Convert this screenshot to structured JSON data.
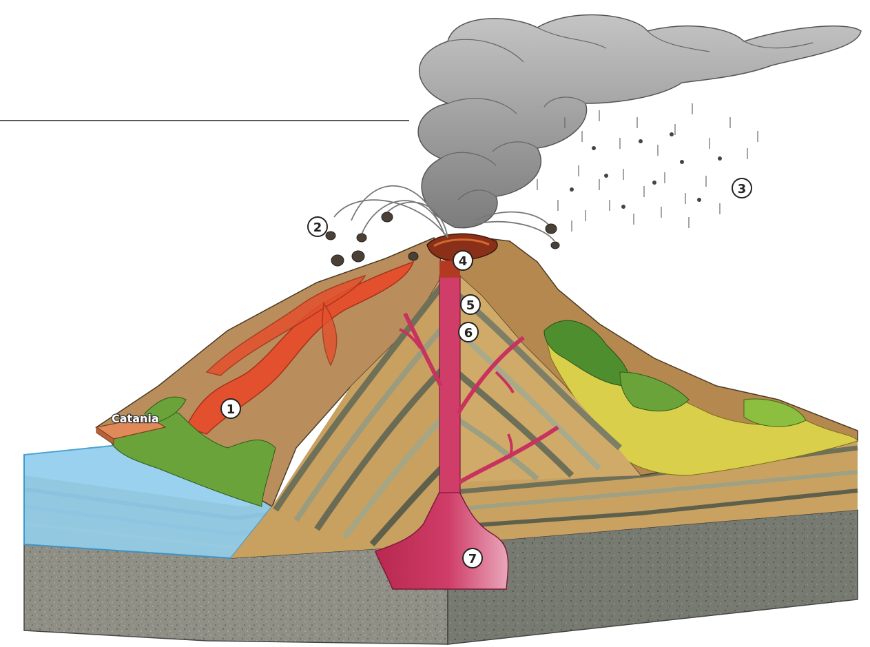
{
  "labels": {
    "place": "Catania",
    "markers": [
      "1",
      "2",
      "3",
      "4",
      "5",
      "6",
      "7"
    ]
  },
  "colors": {
    "magma": "#c8325e",
    "magma_light": "#e8a0b4",
    "lava": "#e04a2a",
    "ash_cloud": "#8f8f8f",
    "sea": "#7fc6ea",
    "bedrock": "#8c8c82",
    "layer_tan": "#c8a060",
    "layer_grey": "#7c7e6a",
    "vegetation": "#5e9a34"
  }
}
